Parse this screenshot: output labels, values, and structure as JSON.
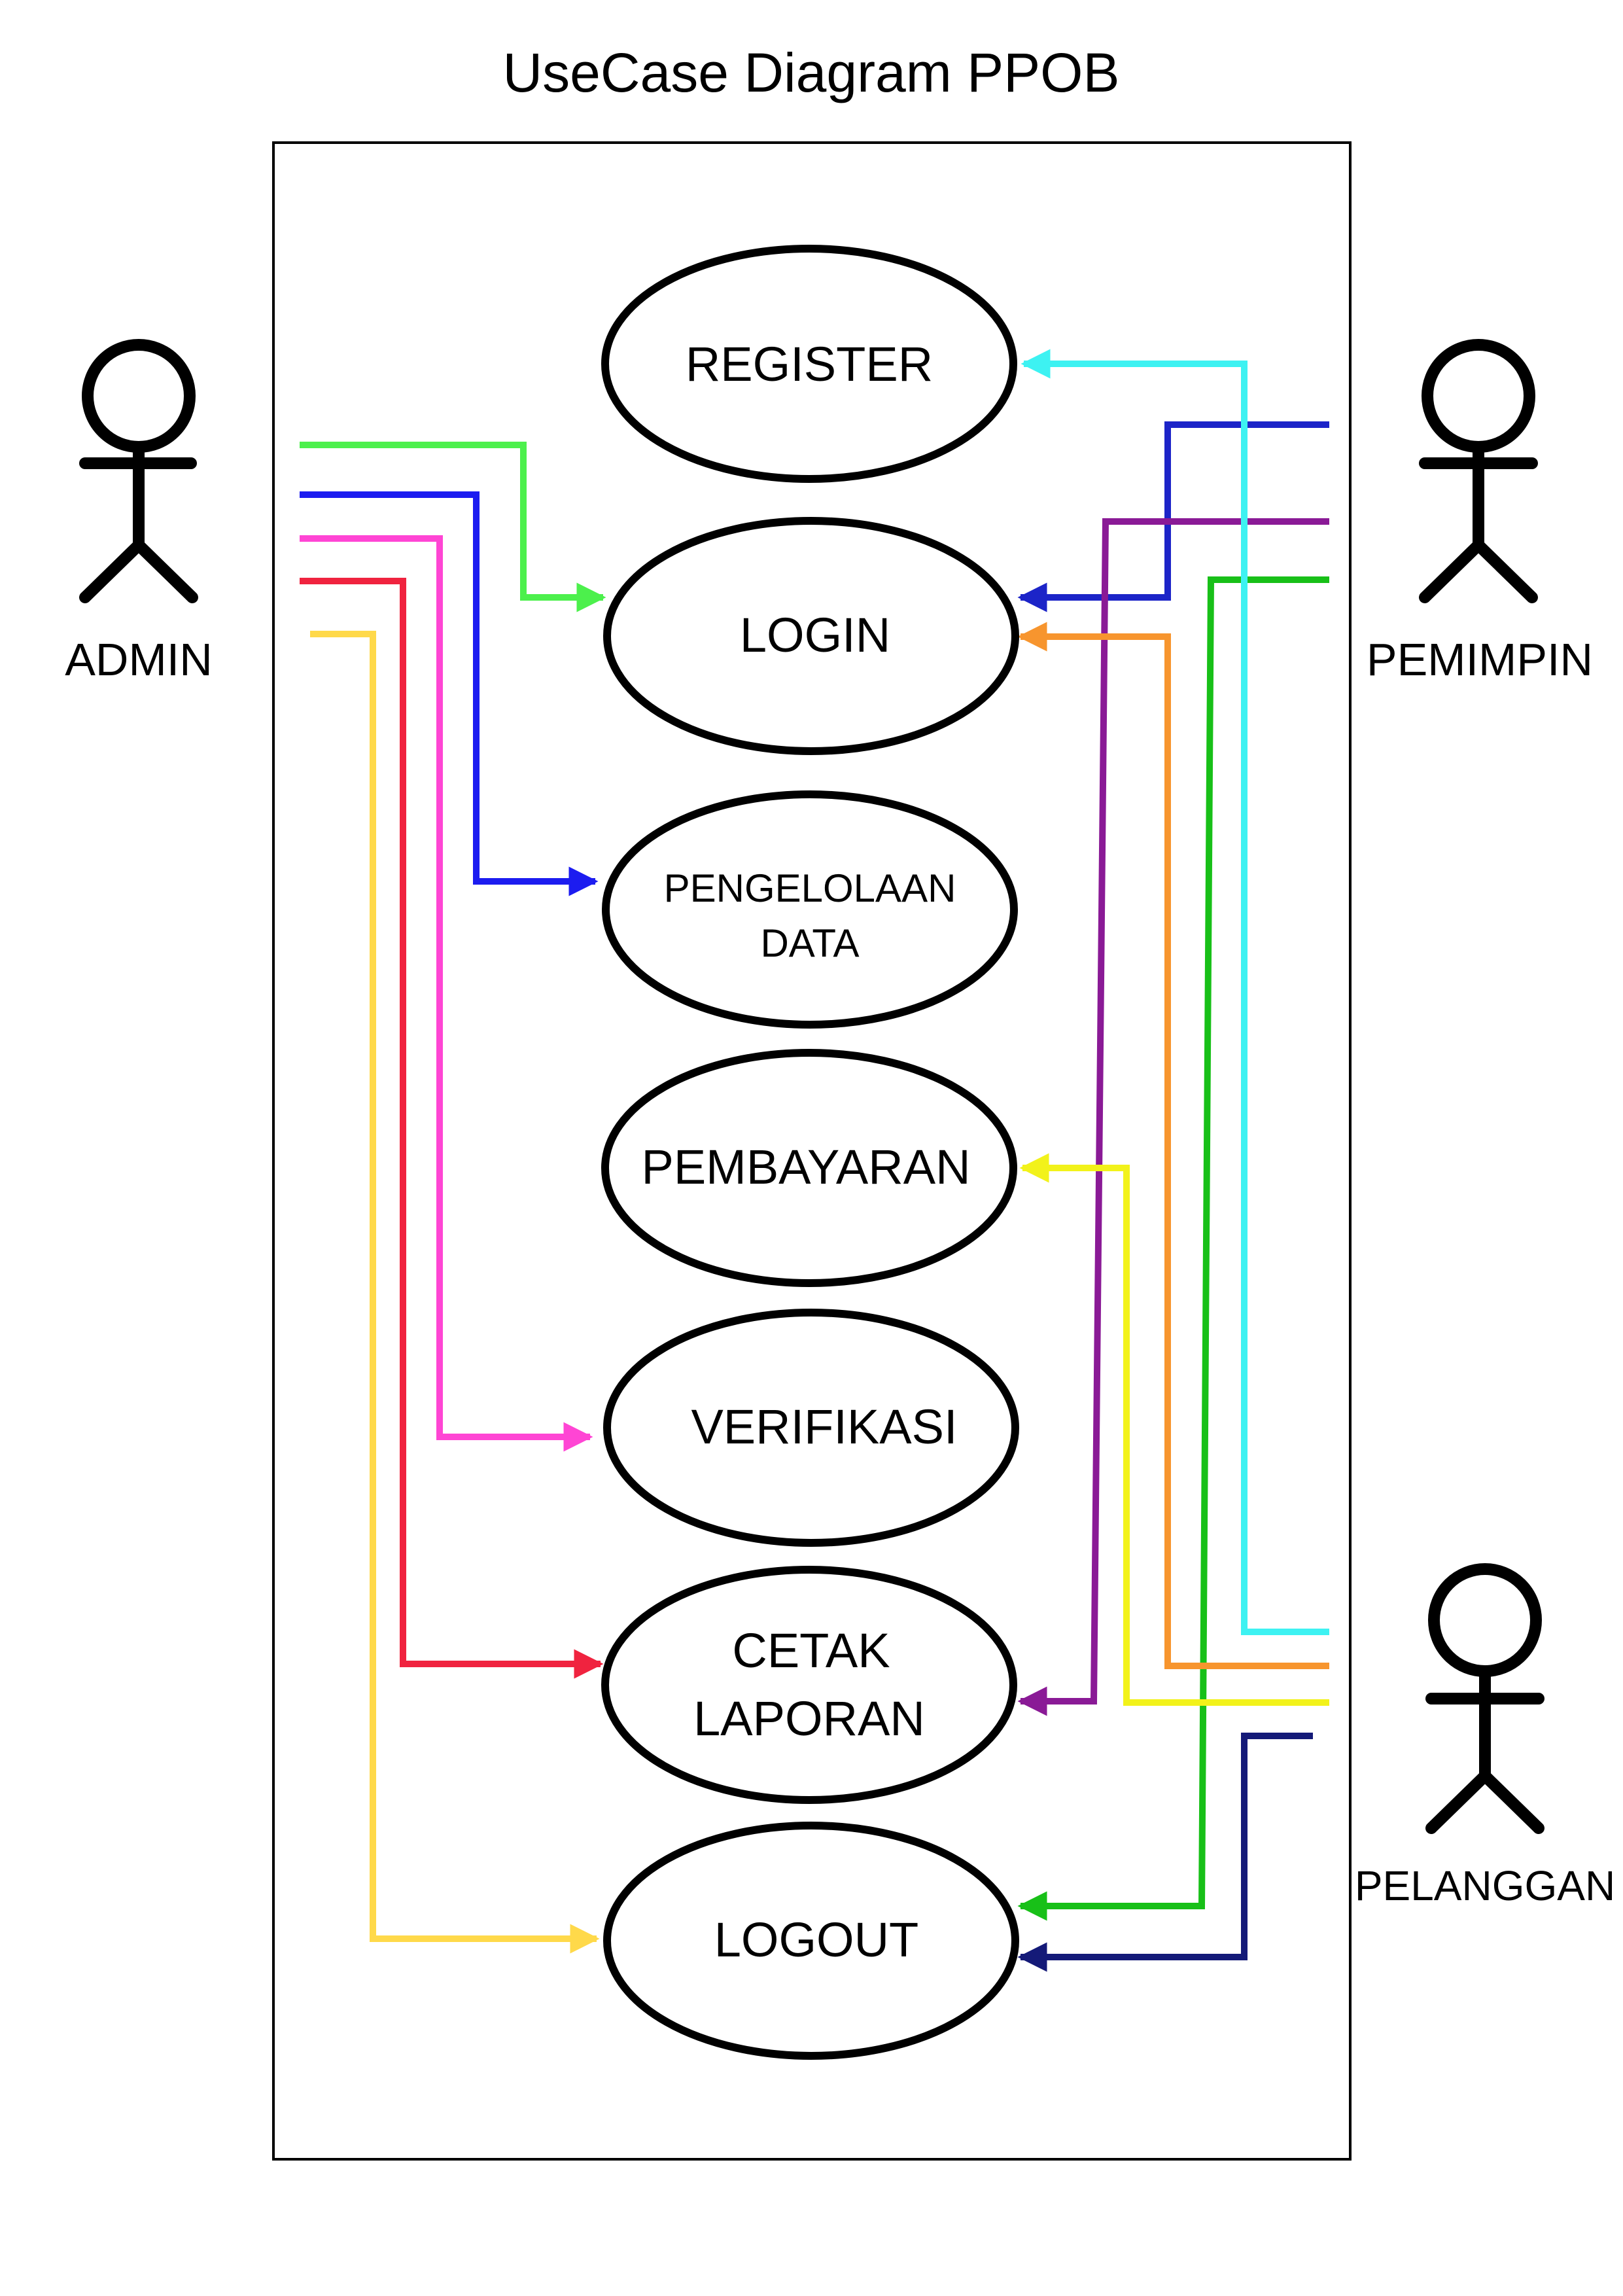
{
  "title": "UseCase Diagram PPOB",
  "actors": {
    "admin": {
      "label": "ADMIN"
    },
    "pemimpin": {
      "label": "PEMIMPIN"
    },
    "pelanggan": {
      "label": "PELANGGAN"
    }
  },
  "use_cases": {
    "register": {
      "label": "REGISTER"
    },
    "login": {
      "label": "LOGIN"
    },
    "pengelolaan_data": {
      "line1": "PENGELOLAAN",
      "line2": "DATA"
    },
    "pembayaran": {
      "label": "PEMBAYARAN"
    },
    "verifikasi": {
      "label": "VERIFIKASI"
    },
    "cetak_laporan": {
      "line1": "CETAK",
      "line2": "LAPORAN"
    },
    "logout": {
      "label": "LOGOUT"
    }
  },
  "associations": [
    {
      "from": "ADMIN",
      "to": "LOGIN",
      "color": "#4cf04c"
    },
    {
      "from": "ADMIN",
      "to": "PENGELOLAAN DATA",
      "color": "#1c1cf0"
    },
    {
      "from": "ADMIN",
      "to": "VERIFIKASI",
      "color": "#ff45d4"
    },
    {
      "from": "ADMIN",
      "to": "CETAK LAPORAN",
      "color": "#f0233f"
    },
    {
      "from": "ADMIN",
      "to": "LOGOUT",
      "color": "#ffd94a"
    },
    {
      "from": "PEMIMPIN",
      "to": "LOGIN",
      "color": "#1c24c8"
    },
    {
      "from": "PEMIMPIN",
      "to": "CETAK LAPORAN",
      "color": "#8a1a96"
    },
    {
      "from": "PEMIMPIN",
      "to": "LOGOUT",
      "color": "#18c018"
    },
    {
      "from": "PELANGGAN",
      "to": "REGISTER",
      "color": "#3df2f2"
    },
    {
      "from": "PELANGGAN",
      "to": "LOGIN",
      "color": "#f7952e"
    },
    {
      "from": "PELANGGAN",
      "to": "PEMBAYARAN",
      "color": "#f2f21a"
    },
    {
      "from": "PELANGGAN",
      "to": "LOGOUT",
      "color": "#141a78"
    }
  ]
}
